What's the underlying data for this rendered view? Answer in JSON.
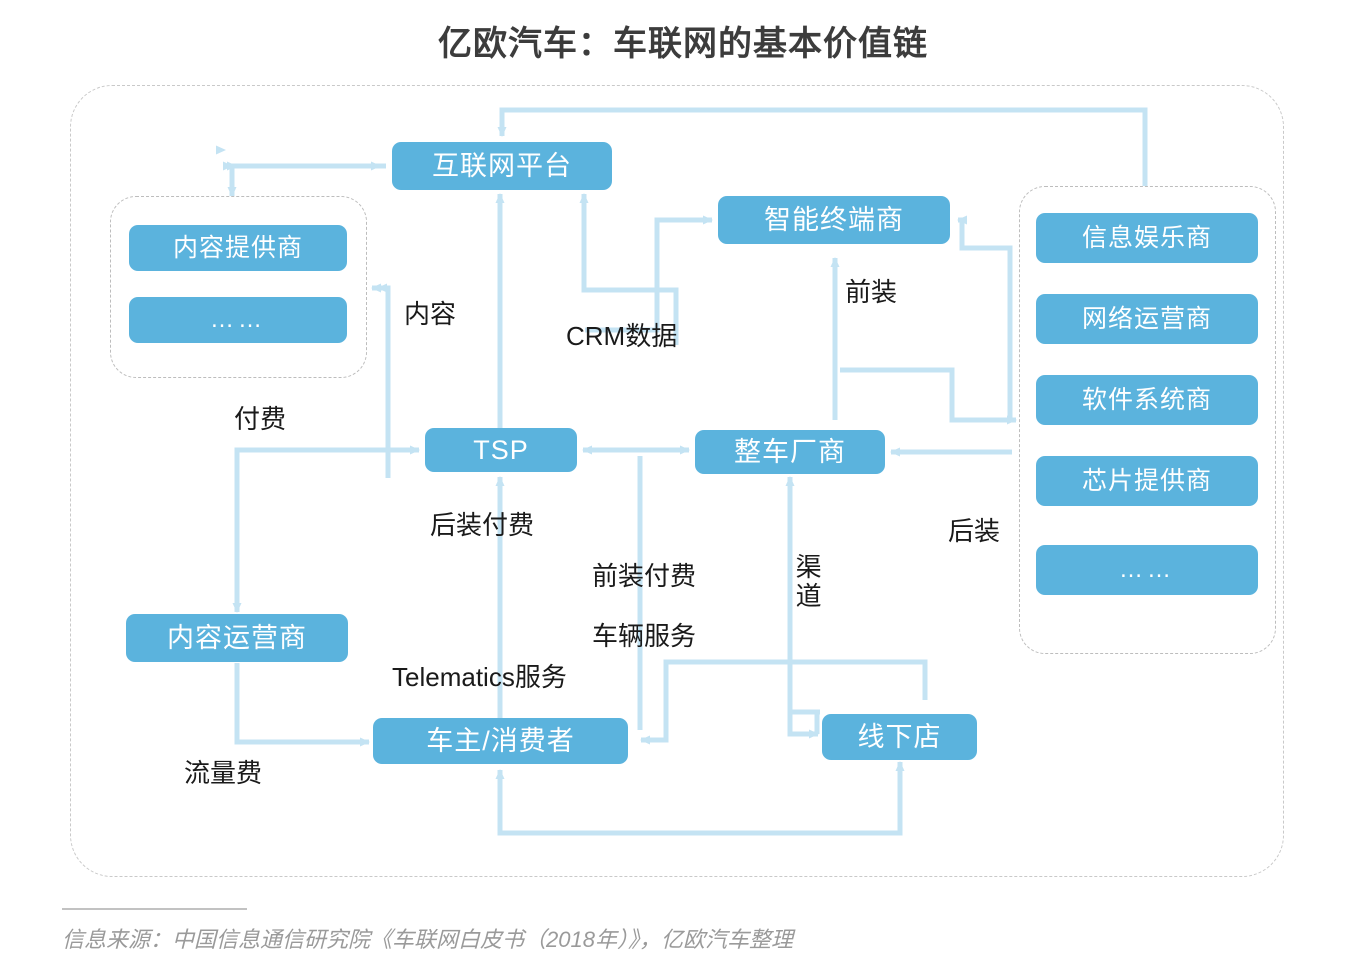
{
  "title": "亿欧汽车：车联网的基本价值链",
  "source_note": "信息来源：中国信息通信研究院《车联网白皮书（2018年）》，亿欧汽车整理",
  "colors": {
    "node_fill": "#5bb3dd",
    "node_text": "#ffffff",
    "arrow": "#c4e3f3",
    "dashed_border": "#c2c2c2",
    "title_text": "#3c3c3c",
    "label_text": "#1a1a1a",
    "source_text": "#9a9a9a"
  },
  "nodes": {
    "internet_platform": "互联网平台",
    "smart_terminal": "智能终端商",
    "tsp": "TSP",
    "oem": "整车厂商",
    "content_operator": "内容运营商",
    "car_owner": "车主/消费者",
    "offline_store": "线下店"
  },
  "left_group": {
    "items": [
      {
        "label": "内容提供商"
      },
      {
        "label": "……"
      }
    ]
  },
  "right_group": {
    "items": [
      {
        "label": "信息娱乐商"
      },
      {
        "label": "网络运营商"
      },
      {
        "label": "软件系统商"
      },
      {
        "label": "芯片提供商"
      },
      {
        "label": "……"
      }
    ]
  },
  "edge_labels": {
    "content": "内容",
    "crm_data": "CRM数据",
    "pre_install_top": "前装",
    "pay": "付费",
    "post_install_pay": "后装付费",
    "pre_install_pay": "前装付费",
    "vehicle_service": "车辆服务",
    "channel": "渠道",
    "post_install_right": "后装",
    "telematics_service": "Telematics服务",
    "data_fee": "流量费"
  },
  "chart_data": {
    "type": "diagram",
    "title": "亿欧汽车：车联网的基本价值链",
    "nodes": [
      "互联网平台",
      "智能终端商",
      "TSP",
      "整车厂商",
      "内容运营商",
      "车主/消费者",
      "线下店",
      "内容提供商",
      "……",
      "信息娱乐商",
      "网络运营商",
      "软件系统商",
      "芯片提供商",
      "……"
    ],
    "edges": [
      {
        "from": "互联网平台",
        "to": "内容提供商组",
        "label": ""
      },
      {
        "from": "内容提供商组",
        "to": "互联网平台",
        "label": ""
      },
      {
        "from": "TSP",
        "to": "内容提供商组",
        "label": "内容"
      },
      {
        "from": "TSP",
        "to": "互联网平台",
        "label": ""
      },
      {
        "from": "整车厂商",
        "to": "互联网平台",
        "label": "CRM数据"
      },
      {
        "from": "供应商组",
        "to": "互联网平台",
        "label": ""
      },
      {
        "from": "整车厂商",
        "to": "智能终端商",
        "label": "前装"
      },
      {
        "from": "TSP",
        "to": "智能终端商",
        "label": ""
      },
      {
        "from": "供应商组",
        "to": "智能终端商",
        "label": ""
      },
      {
        "from": "车主/消费者",
        "to": "TSP",
        "label": "后装付费"
      },
      {
        "from": "车主/消费者",
        "to": "整车厂商",
        "label": "前装付费 / 车辆服务"
      },
      {
        "from": "TSP",
        "to": "整车厂商",
        "label": ""
      },
      {
        "from": "整车厂商",
        "to": "TSP",
        "label": ""
      },
      {
        "from": "整车厂商",
        "to": "供应商组",
        "label": "后装"
      },
      {
        "from": "供应商组",
        "to": "整车厂商",
        "label": ""
      },
      {
        "from": "内容运营商",
        "to": "车主/消费者",
        "label": "流量费"
      },
      {
        "from": "TSP",
        "to": "内容运营商",
        "label": "付费"
      },
      {
        "from": "TSP",
        "to": "车主/消费者",
        "label": "Telematics服务"
      },
      {
        "from": "整车厂商",
        "to": "线下店",
        "label": "渠道"
      },
      {
        "from": "线下店",
        "to": "车主/消费者",
        "label": ""
      },
      {
        "from": "车主/消费者",
        "to": "线下店",
        "label": ""
      }
    ]
  }
}
